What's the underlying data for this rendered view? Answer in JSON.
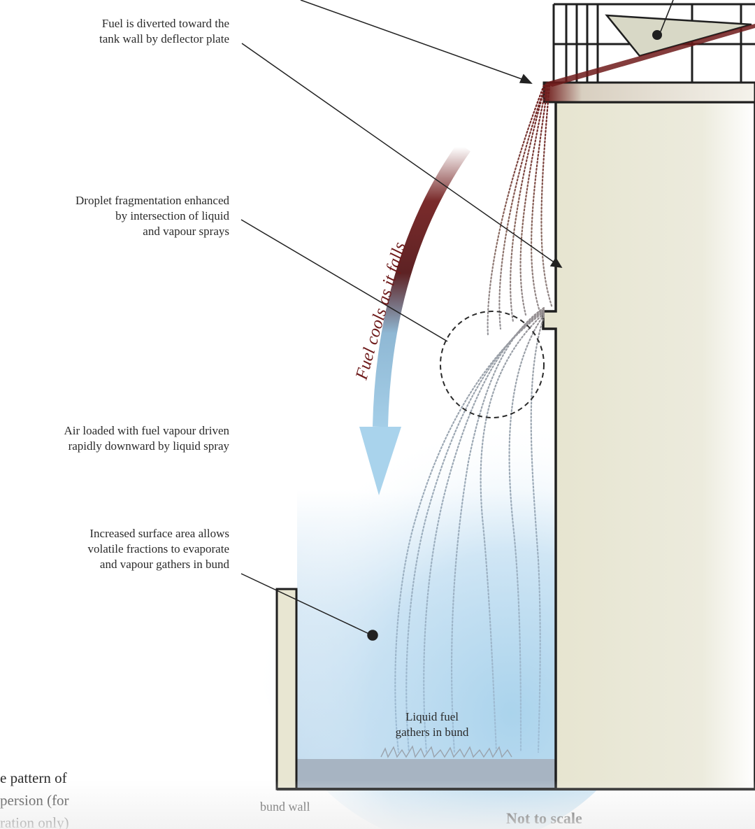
{
  "labels": {
    "deflector": "Fuel is diverted toward the\ntank wall by deflector plate",
    "fragmentation": "Droplet fragmentation enhanced\nby intersection of liquid\nand vapour sprays",
    "fuel_cools": "Fuel cools as it falls",
    "air_loaded": "Air loaded with fuel vapour driven\nrapidly downward by liquid spray",
    "surface_area": "Increased surface area allows\nvolatile fractions to evaporate\nand vapour gathers in bund",
    "liquid_fuel": "Liquid fuel\ngathers in bund",
    "caption_partial": "e pattern of\npersion (for\nration only)",
    "bund_wall": "bund wall",
    "not_to_scale": "Not to scale"
  },
  "colors": {
    "tank_fill": "#e8e6d2",
    "outline": "#1f1f1f",
    "fuel_hot": "#6e1a1a",
    "fuel_cool": "#a9d3ec",
    "vapour_cloud": "#cfe3f3",
    "liquid_pool": "#a7b4c2",
    "leader_line": "#222222"
  }
}
